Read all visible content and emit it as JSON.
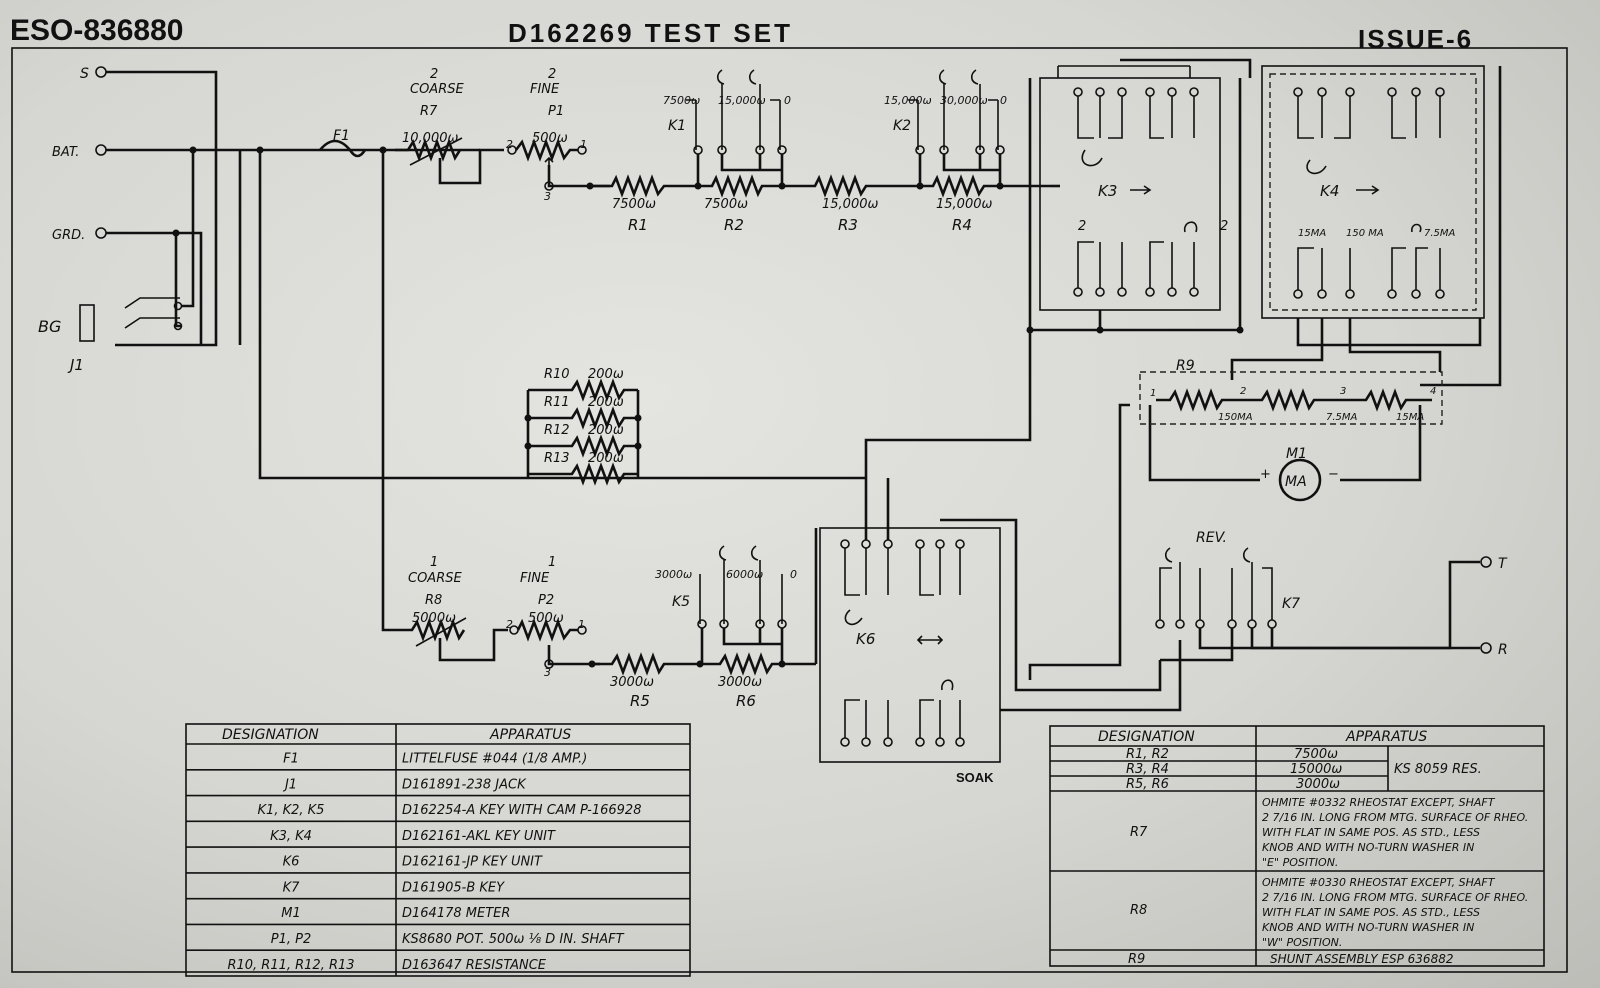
{
  "header": {
    "drawing_number": "ESO-836880",
    "title": "D162269 TEST SET",
    "issue": "ISSUE-6"
  },
  "terminals": {
    "s": "S",
    "bat": "BAT.",
    "grd": "GRD.",
    "bg": "BG",
    "j1": "J1",
    "t": "T",
    "r": "R"
  },
  "components": {
    "f1": "F1",
    "r7_group": "2",
    "r7_coarse": "COARSE",
    "r7": "R7",
    "r7_value": "10,000ω",
    "p1_group": "2",
    "p1_fine": "FINE",
    "p1": "P1",
    "p1_value": "500ω",
    "p1_pin2": "2",
    "p1_pin1": "1",
    "p1_pin3": "3",
    "k1": "K1",
    "k1_a": "7500ω",
    "k1_b": "15,000ω",
    "k1_c": "0",
    "k2": "K2",
    "k2_a": "15,000ω",
    "k2_b": "30,000ω",
    "k2_c": "0",
    "r1": "R1",
    "r1_value": "7500ω",
    "r2": "R2",
    "r2_value": "7500ω",
    "r3": "R3",
    "r3_value": "15,000ω",
    "r4": "R4",
    "r4_value": "15,000ω",
    "k3": "K3",
    "k3_2a": "2",
    "k3_2b": "2",
    "k4": "K4",
    "k4_a": "15MA",
    "k4_b": "150 MA",
    "k4_c": "7.5MA",
    "r9": "R9",
    "r9_a": "150MA",
    "r9_b": "7.5MA",
    "r9_c": "15MA",
    "r9_p1": "1",
    "r9_p2": "2",
    "r9_p3": "3",
    "r9_p4": "4",
    "m1": "M1",
    "m1_unit": "MA",
    "m1_plus": "+",
    "m1_minus": "−",
    "r10": "R10",
    "r10_value": "200ω",
    "r11": "R11",
    "r11_value": "200ω",
    "r12": "R12",
    "r12_value": "200ω",
    "r13": "R13",
    "r13_value": "200ω",
    "r8_group": "1",
    "r8_coarse": "COARSE",
    "r8": "R8",
    "r8_value": "5000ω",
    "p2_group": "1",
    "p2_fine": "FINE",
    "p2": "P2",
    "p2_value": "500ω",
    "p2_pin2": "2",
    "p2_pin1": "1",
    "p2_pin3": "3",
    "k5": "K5",
    "k5_a": "3000ω",
    "k5_b": "6000ω",
    "k5_c": "0",
    "r5": "R5",
    "r5_value": "3000ω",
    "r6": "R6",
    "r6_value": "3000ω",
    "k6": "K6",
    "soak": "SOAK",
    "k7": "K7",
    "rev": "REV."
  },
  "left_table": {
    "headers": [
      "DESIGNATION",
      "APPARATUS"
    ],
    "rows": [
      [
        "F1",
        "LITTELFUSE #044 (1/8 AMP.)"
      ],
      [
        "J1",
        "D161891-238 JACK"
      ],
      [
        "K1, K2, K5",
        "D162254-A KEY WITH CAM P-166928"
      ],
      [
        "K3, K4",
        "D162161-AKL KEY UNIT"
      ],
      [
        "K6",
        "D162161-JP KEY UNIT"
      ],
      [
        "K7",
        "D161905-B KEY"
      ],
      [
        "M1",
        "D164178 METER"
      ],
      [
        "P1, P2",
        "KS8680 POT. 500ω ⅛ D IN. SHAFT"
      ],
      [
        "R10, R11, R12, R13",
        "D163647 RESISTANCE"
      ]
    ]
  },
  "right_table": {
    "headers": [
      "DESIGNATION",
      "APPARATUS"
    ],
    "rows": [
      [
        "R1, R2",
        "7500ω"
      ],
      [
        "R3, R4",
        "15000ω"
      ],
      [
        "R5, R6",
        "3000ω"
      ]
    ],
    "res_note": "KS 8059 RES.",
    "r7_label": "R7",
    "r7_text": [
      "OHMITE #0332 RHEOSTAT EXCEPT, SHAFT",
      "2 7/16 IN. LONG FROM MTG. SURFACE OF RHEO.",
      "WITH FLAT IN SAME POS. AS STD., LESS",
      "KNOB AND WITH NO-TURN WASHER IN",
      "\"E\" POSITION."
    ],
    "r8_label": "R8",
    "r8_text": [
      "OHMITE #0330 RHEOSTAT EXCEPT, SHAFT",
      "2 7/16 IN. LONG FROM MTG. SURFACE OF RHEO.",
      "WITH FLAT IN SAME POS. AS STD., LESS",
      "KNOB AND WITH NO-TURN WASHER IN",
      "\"W\" POSITION."
    ],
    "r9_label": "R9",
    "r9_text": "SHUNT ASSEMBLY ESP 636882"
  }
}
